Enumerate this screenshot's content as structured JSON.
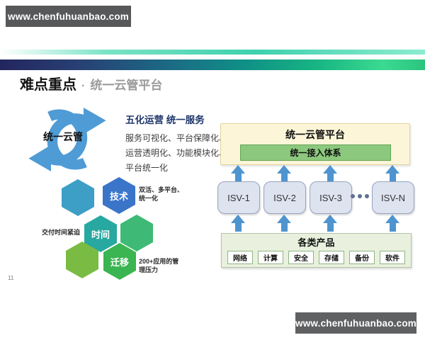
{
  "header": {
    "top_site_label": "www.chenfuhuanbao.com",
    "title_strong": "难点重点",
    "title_sep": "·",
    "title_rest": "统一云管平台"
  },
  "cycle": {
    "label": "统一云管"
  },
  "operations": {
    "heading": "五化运营 统一服务",
    "lines": [
      "服务可视化、平台保障化、",
      "运营透明化、功能模块化、",
      "平台统一化"
    ]
  },
  "hexagons": {
    "tech": {
      "label": "技术",
      "note_line1": "双活、多平台、",
      "note_line2": "统一化"
    },
    "time": {
      "label": "时间",
      "note": "交付时间紧迫"
    },
    "migration": {
      "label": "迁移",
      "note_line1": "200+应用的管",
      "note_line2": "理压力"
    }
  },
  "platform_diagram": {
    "title": "统一云管平台",
    "access_layer": "统一接入体系",
    "isv_boxes": [
      "ISV-1",
      "ISV-2",
      "ISV-3",
      "ISV-N"
    ],
    "products": {
      "title": "各类产品",
      "items": [
        "网络",
        "计算",
        "安全",
        "存储",
        "备份",
        "软件"
      ]
    }
  },
  "footer": {
    "page_number": "11",
    "site_label": "www.chenfuhuanbao.com"
  },
  "colors": {
    "badge_gray": "#5a5c5e",
    "accent_navy": "#23265e",
    "accent_green": "#2bc47f",
    "cycle_blue": "#4f9bd5",
    "hex_teal_blue": "#3d9ec6",
    "hex_blue": "#3a75c9",
    "hex_teal": "#27a8a0",
    "hex_green": "#3eba76",
    "hex_yellow_green": "#7abc43",
    "hex_grass_green": "#3ab551",
    "platform_box_fill": "#fcf5d8",
    "access_green": "#8cc87d",
    "arrow_blue": "#4e94cf",
    "isv_fill": "#dde3ef",
    "products_fill": "#e9f1de"
  }
}
